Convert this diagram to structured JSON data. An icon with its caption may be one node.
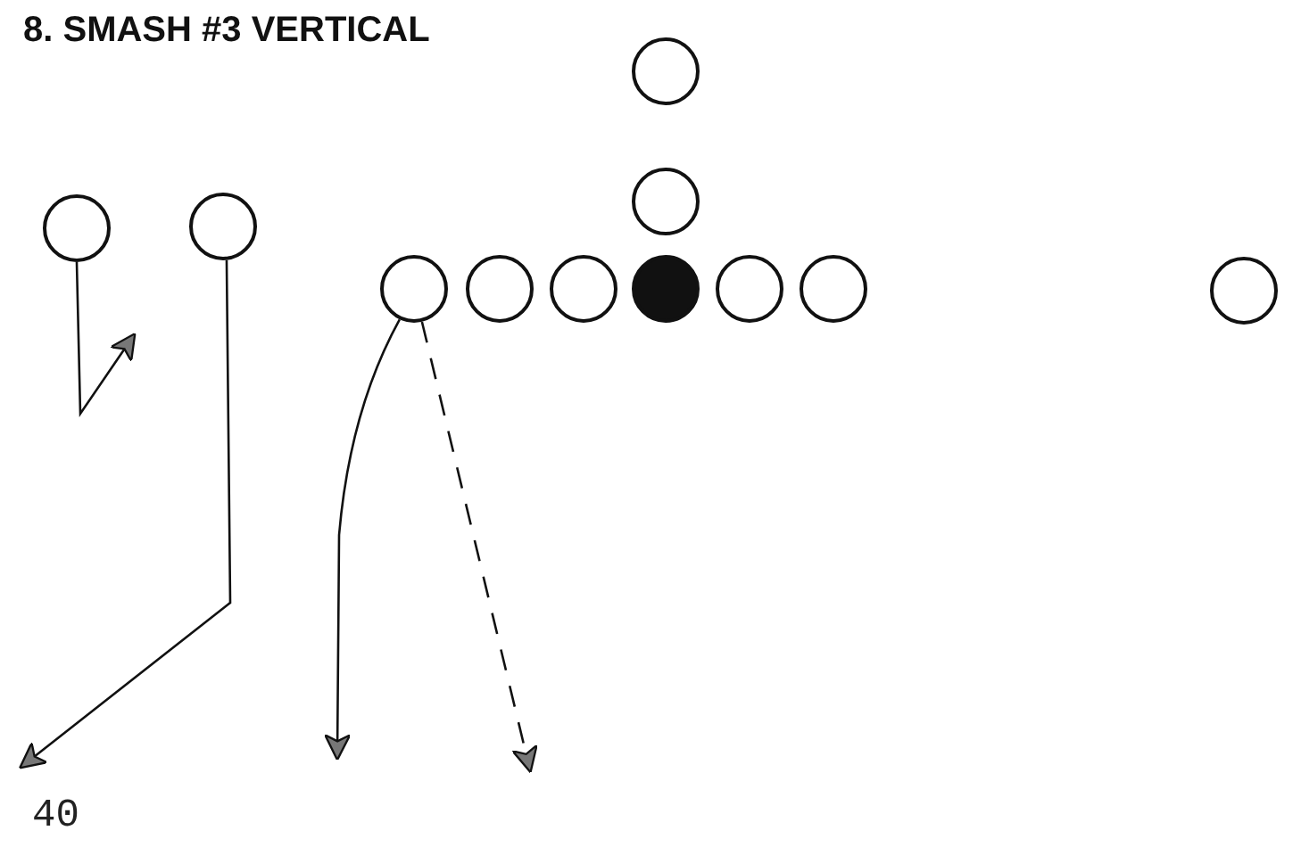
{
  "diagram": {
    "title": "8. SMASH #3 VERTICAL",
    "nodes": [
      {
        "text": [],
        "shape": "circle"
      },
      {
        "text": [],
        "shape": "circle"
      },
      {
        "text": [],
        "shape": "circle"
      },
      {
        "text": [],
        "shape": "circle"
      },
      {
        "text": [],
        "shape": "circle"
      },
      {
        "text": [],
        "shape": "circle"
      },
      {
        "text": [],
        "shape": "circle"
      },
      {
        "text": [],
        "shape": "circle"
      },
      {
        "text": [],
        "shape": "circle"
      },
      {
        "text": [],
        "shape": "circle"
      },
      {
        "text": [],
        "shape": "circle"
      }
    ],
    "edges": [
      {
        "from": 1,
        "to": null,
        "arrow": "to"
      },
      {
        "from": 2,
        "to": null,
        "arrow": "to"
      },
      {
        "from": 4,
        "to": null,
        "arrow": "to"
      },
      {
        "from": 4,
        "to": null,
        "arrow": "to",
        "style": "dashed"
      }
    ],
    "labels": [
      "40"
    ]
  }
}
